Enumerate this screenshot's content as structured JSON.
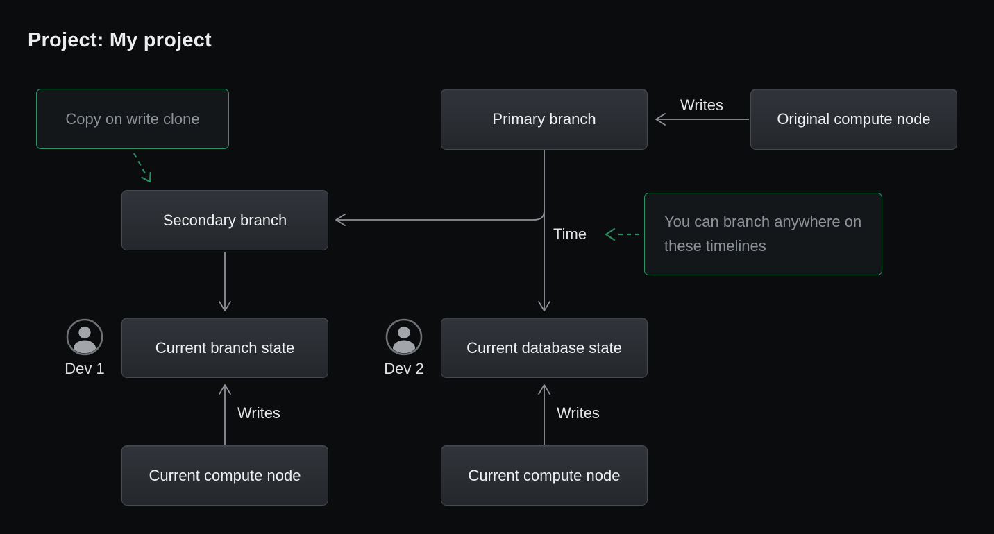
{
  "page": {
    "title": "Project: My project"
  },
  "colors": {
    "background": "#0b0c0d",
    "node_fill": "#2a2d32",
    "node_border": "#45484e",
    "node_text": "#eef0f2",
    "muted_text": "#8d9298",
    "green_accent": "#2e9466",
    "green_dashed": "#2b8c60",
    "arrow_gray": "#8f9298"
  },
  "nodes": {
    "copy_on_write": {
      "label": "Copy on write clone"
    },
    "primary_branch": {
      "label": "Primary branch"
    },
    "original_compute": {
      "label": "Original compute node"
    },
    "secondary_branch": {
      "label": "Secondary branch"
    },
    "branch_note": {
      "label": "You can branch anywhere on these timelines"
    },
    "current_branch_state": {
      "label": "Current branch state"
    },
    "current_database_state": {
      "label": "Current database state"
    },
    "current_compute_left": {
      "label": "Current compute node"
    },
    "current_compute_right": {
      "label": "Current compute node"
    }
  },
  "labels": {
    "writes_top": "Writes",
    "writes_left": "Writes",
    "writes_right": "Writes",
    "time": "Time",
    "dev1": "Dev 1",
    "dev2": "Dev 2"
  },
  "icons": {
    "dev1": "user-icon",
    "dev2": "user-icon"
  }
}
